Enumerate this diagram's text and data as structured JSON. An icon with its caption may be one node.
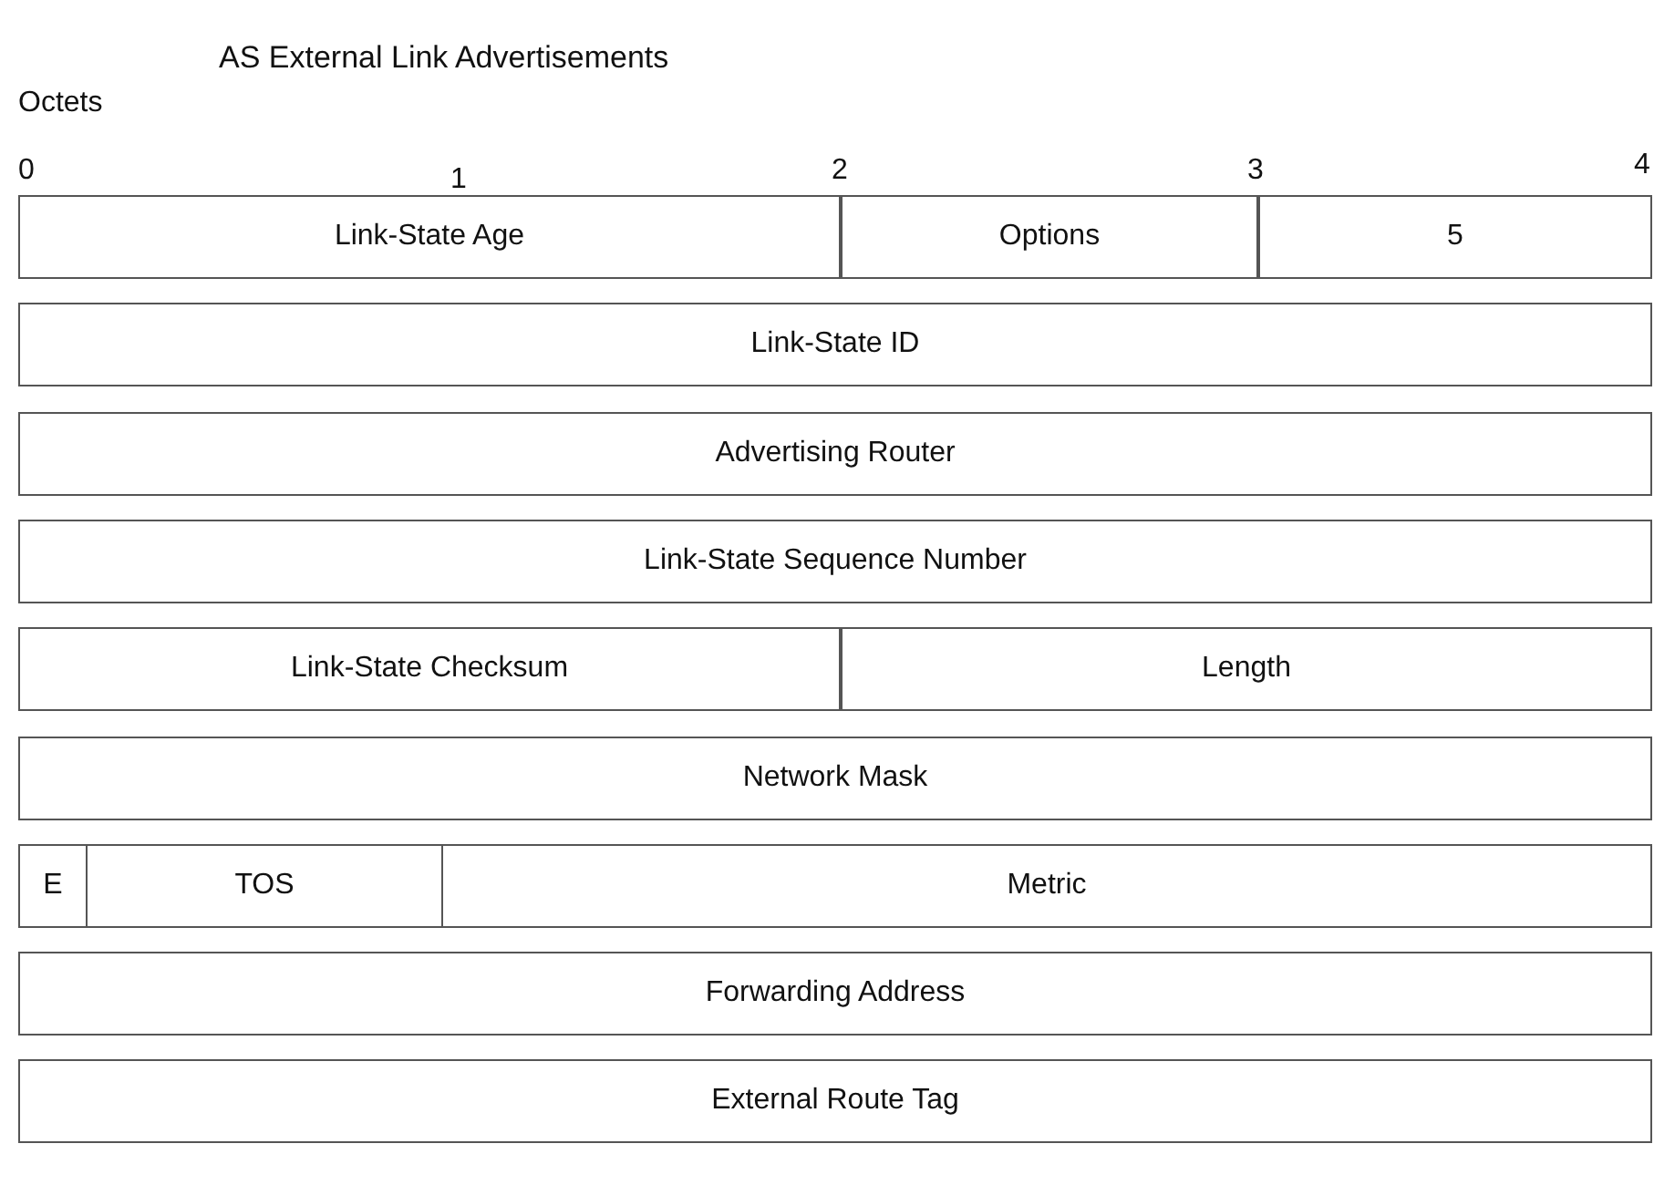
{
  "diagram": {
    "title": "AS External Link Advertisements",
    "nodes": [
      {
        "text": [
          "Link-State Age"
        ]
      },
      {
        "text": [
          "Options"
        ]
      },
      {
        "text": [
          "5"
        ]
      },
      {
        "text": [
          "Link-State ID"
        ]
      },
      {
        "text": [
          "Advertising Router"
        ]
      },
      {
        "text": [
          "Link-State Sequence Number"
        ]
      },
      {
        "text": [
          "Link-State Checksum"
        ]
      },
      {
        "text": [
          "Length"
        ]
      },
      {
        "text": [
          "Network Mask"
        ]
      },
      {
        "text": [
          "E"
        ]
      },
      {
        "text": [
          "TOS"
        ]
      },
      {
        "text": [
          "Metric"
        ]
      },
      {
        "text": [
          "Forwarding Address"
        ]
      },
      {
        "text": [
          "External Route Tag"
        ]
      }
    ],
    "labels": [
      "Octets",
      "0",
      "1",
      "2",
      "3",
      "4"
    ]
  }
}
